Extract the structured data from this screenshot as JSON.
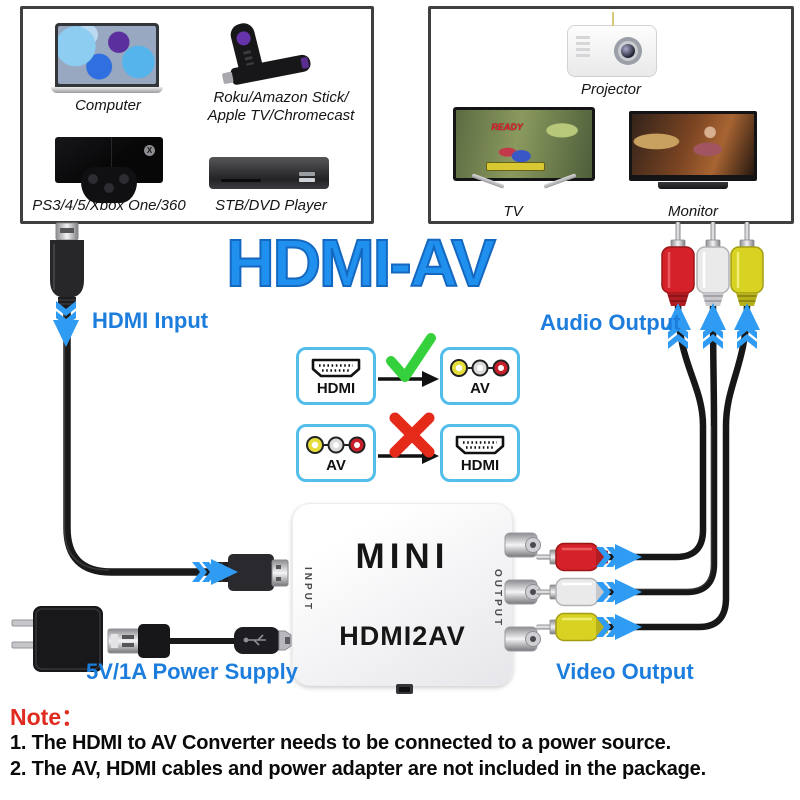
{
  "title": "HDMI-AV",
  "source_box": {
    "items": [
      {
        "name": "computer",
        "label_lines": [
          "Computer"
        ]
      },
      {
        "name": "streaming-stick",
        "label_lines": [
          "Roku/Amazon Stick/",
          "Apple TV/Chromecast"
        ]
      },
      {
        "name": "game-console",
        "label_lines": [
          "PS3/4/5/Xbox One/360"
        ]
      },
      {
        "name": "stb-dvd-player",
        "label_lines": [
          "STB/DVD Player"
        ]
      }
    ]
  },
  "output_box": {
    "projector_label": "Projector",
    "tv_label": "TV",
    "monitor_label": "Monitor",
    "tv_screen_text": "READY"
  },
  "connections": {
    "hdmi_input": "HDMI Input",
    "audio_output": "Audio Output",
    "video_output": "Video Output",
    "power_supply": "5V/1A Power Supply"
  },
  "conversion_guide": {
    "allowed": {
      "from": "HDMI",
      "to": "AV",
      "result_icon": "checkmark-icon"
    },
    "blocked": {
      "from": "AV",
      "to": "HDMI",
      "result_icon": "cross-icon"
    }
  },
  "converter": {
    "brand": "MINI",
    "model": "HDMI2AV",
    "input_label": "INPUT",
    "output_label": "OUTPUT"
  },
  "note": {
    "heading": "Note：",
    "lines": [
      "1. The HDMI to AV Converter needs to be connected to a power source.",
      "2. The AV, HDMI cables and power adapter are not included in the package."
    ]
  },
  "icons": {
    "hdmi_port": "hdmi-port-icon",
    "av_ports": "av-ports-icon",
    "check": "checkmark-icon",
    "cross": "cross-icon",
    "flow_arrow": "blue-flow-arrow-icon"
  },
  "colors": {
    "accent_blue": "#1d7ddd",
    "title_blue": "#2090ee",
    "arrow_blue": "#2f9bf3",
    "cmp_border_blue": "#55bee8",
    "check_green": "#35d13c",
    "cross_red": "#e52a1a",
    "note_red": "#e02b20",
    "rca_red": "#d5222a",
    "rca_white": "#e9e9e9",
    "rca_yellow": "#d8d222"
  }
}
